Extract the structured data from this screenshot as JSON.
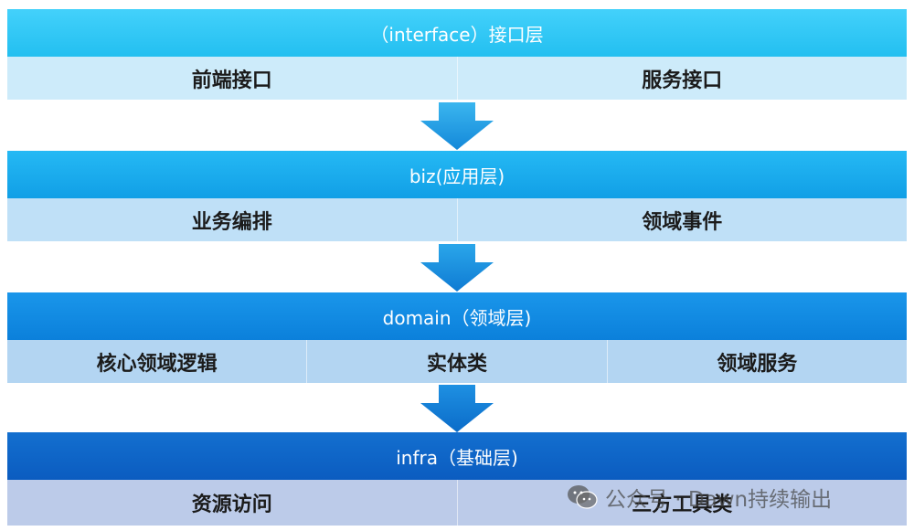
{
  "layers": {
    "interface": {
      "title": "（interface）接口层",
      "cells": [
        "前端接口",
        "服务接口"
      ]
    },
    "biz": {
      "title": "biz(应用层)",
      "cells": [
        "业务编排",
        "领域事件"
      ]
    },
    "domain": {
      "title": "domain（领域层)",
      "cells": [
        "核心领域逻辑",
        "实体类",
        "领域服务"
      ]
    },
    "infra": {
      "title": "infra（基础层)",
      "cells": [
        "资源访问",
        "三方工具类"
      ]
    }
  },
  "watermark": {
    "icon": "wechat-icon",
    "text": "公众号 · Dawn持续输出"
  }
}
